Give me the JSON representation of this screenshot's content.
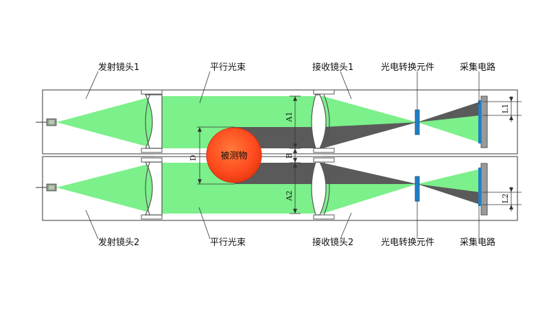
{
  "labels": {
    "emit_lens_1": "发射镜头1",
    "emit_lens_2": "发射镜头2",
    "parallel_beam_top": "平行光束",
    "parallel_beam_bottom": "平行光束",
    "recv_lens_1": "接收镜头1",
    "recv_lens_2": "接收镜头2",
    "converter_top": "光电转换元件",
    "converter_bottom": "光电转换元件",
    "acq_circuit_top": "采集电路",
    "acq_circuit_bottom": "采集电路",
    "object": "被测物"
  },
  "dimensions": {
    "d": "D",
    "a1": "A1",
    "b": "B",
    "a2": "A2",
    "l1": "L1",
    "l2": "L2"
  },
  "colors": {
    "beam_green": "#7CF08A",
    "shadow_gray": "#5A5A5A",
    "object_red": "#FF4B1F",
    "detector_blue": "#1E7FC8",
    "board_gray": "#9A9A9A",
    "frame": "#555555"
  }
}
